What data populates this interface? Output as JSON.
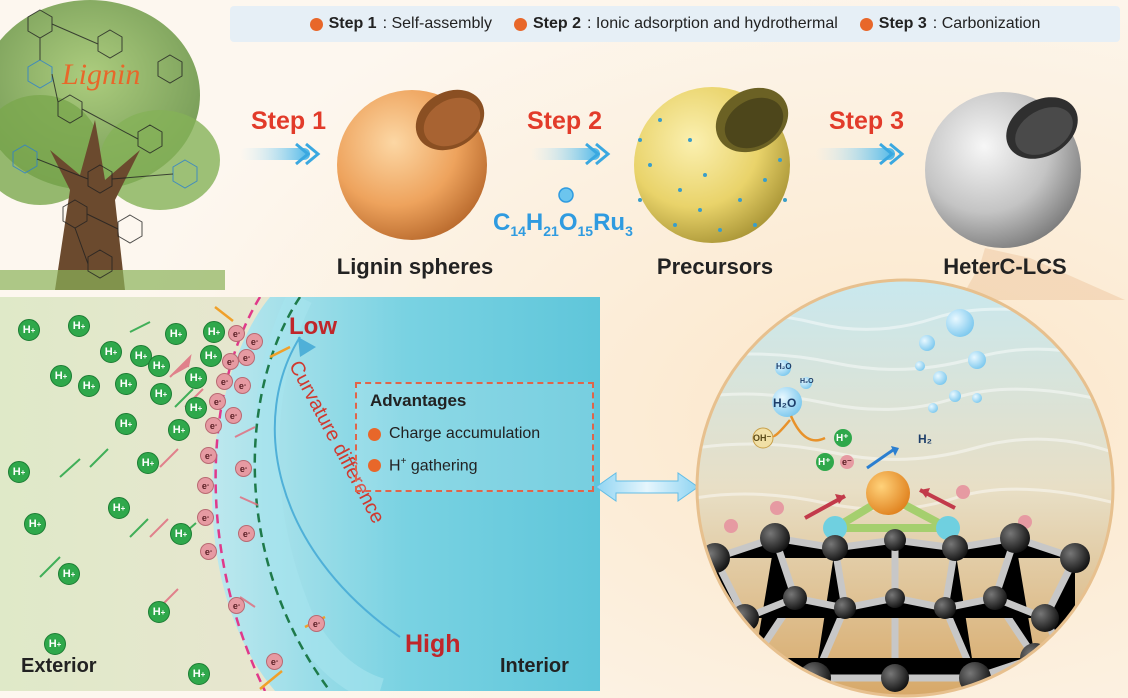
{
  "legend": [
    {
      "step": "Step 1",
      "desc": ": Self-assembly"
    },
    {
      "step": "Step 2",
      "desc": ": Ionic adsorption and hydrothermal"
    },
    {
      "step": "Step 3",
      "desc": ": Carbonization"
    }
  ],
  "lignin_label": "Lignin",
  "steps": {
    "s1": "Step 1",
    "s2": "Step 2",
    "s3": "Step 3"
  },
  "products": {
    "p1": "Lignin spheres",
    "p2": "Precursors",
    "p3": "HeterC-LCS"
  },
  "formula": {
    "c": "C",
    "c_n": "14",
    "h": "H",
    "h_n": "21",
    "o": "O",
    "o_n": "15",
    "ru": "Ru",
    "ru_n": "3"
  },
  "detail": {
    "low": "Low",
    "high": "High",
    "curvature": "Curvature difference",
    "exterior": "Exterior",
    "interior": "Interior",
    "h_ion": "H",
    "h_ion_sup": "+",
    "e_ion": "e",
    "e_ion_sup": "-"
  },
  "advantages": {
    "title": "Advantages",
    "item1": "Charge accumulation",
    "item2_main": "H",
    "item2_sup": "+",
    "item2_rest": " gathering"
  },
  "zoom": {
    "h2o": "H₂O",
    "h2o_small": "H₂O",
    "oh": "OH⁻",
    "h2": "H₂",
    "h_ion": "H⁺",
    "e_ion": "e⁻"
  },
  "colors": {
    "accent": "#e8672a",
    "step_red": "#e23b2a",
    "formula_blue": "#2f9be0",
    "h_green": "#2fa84b",
    "water": "#7fd3e0"
  }
}
